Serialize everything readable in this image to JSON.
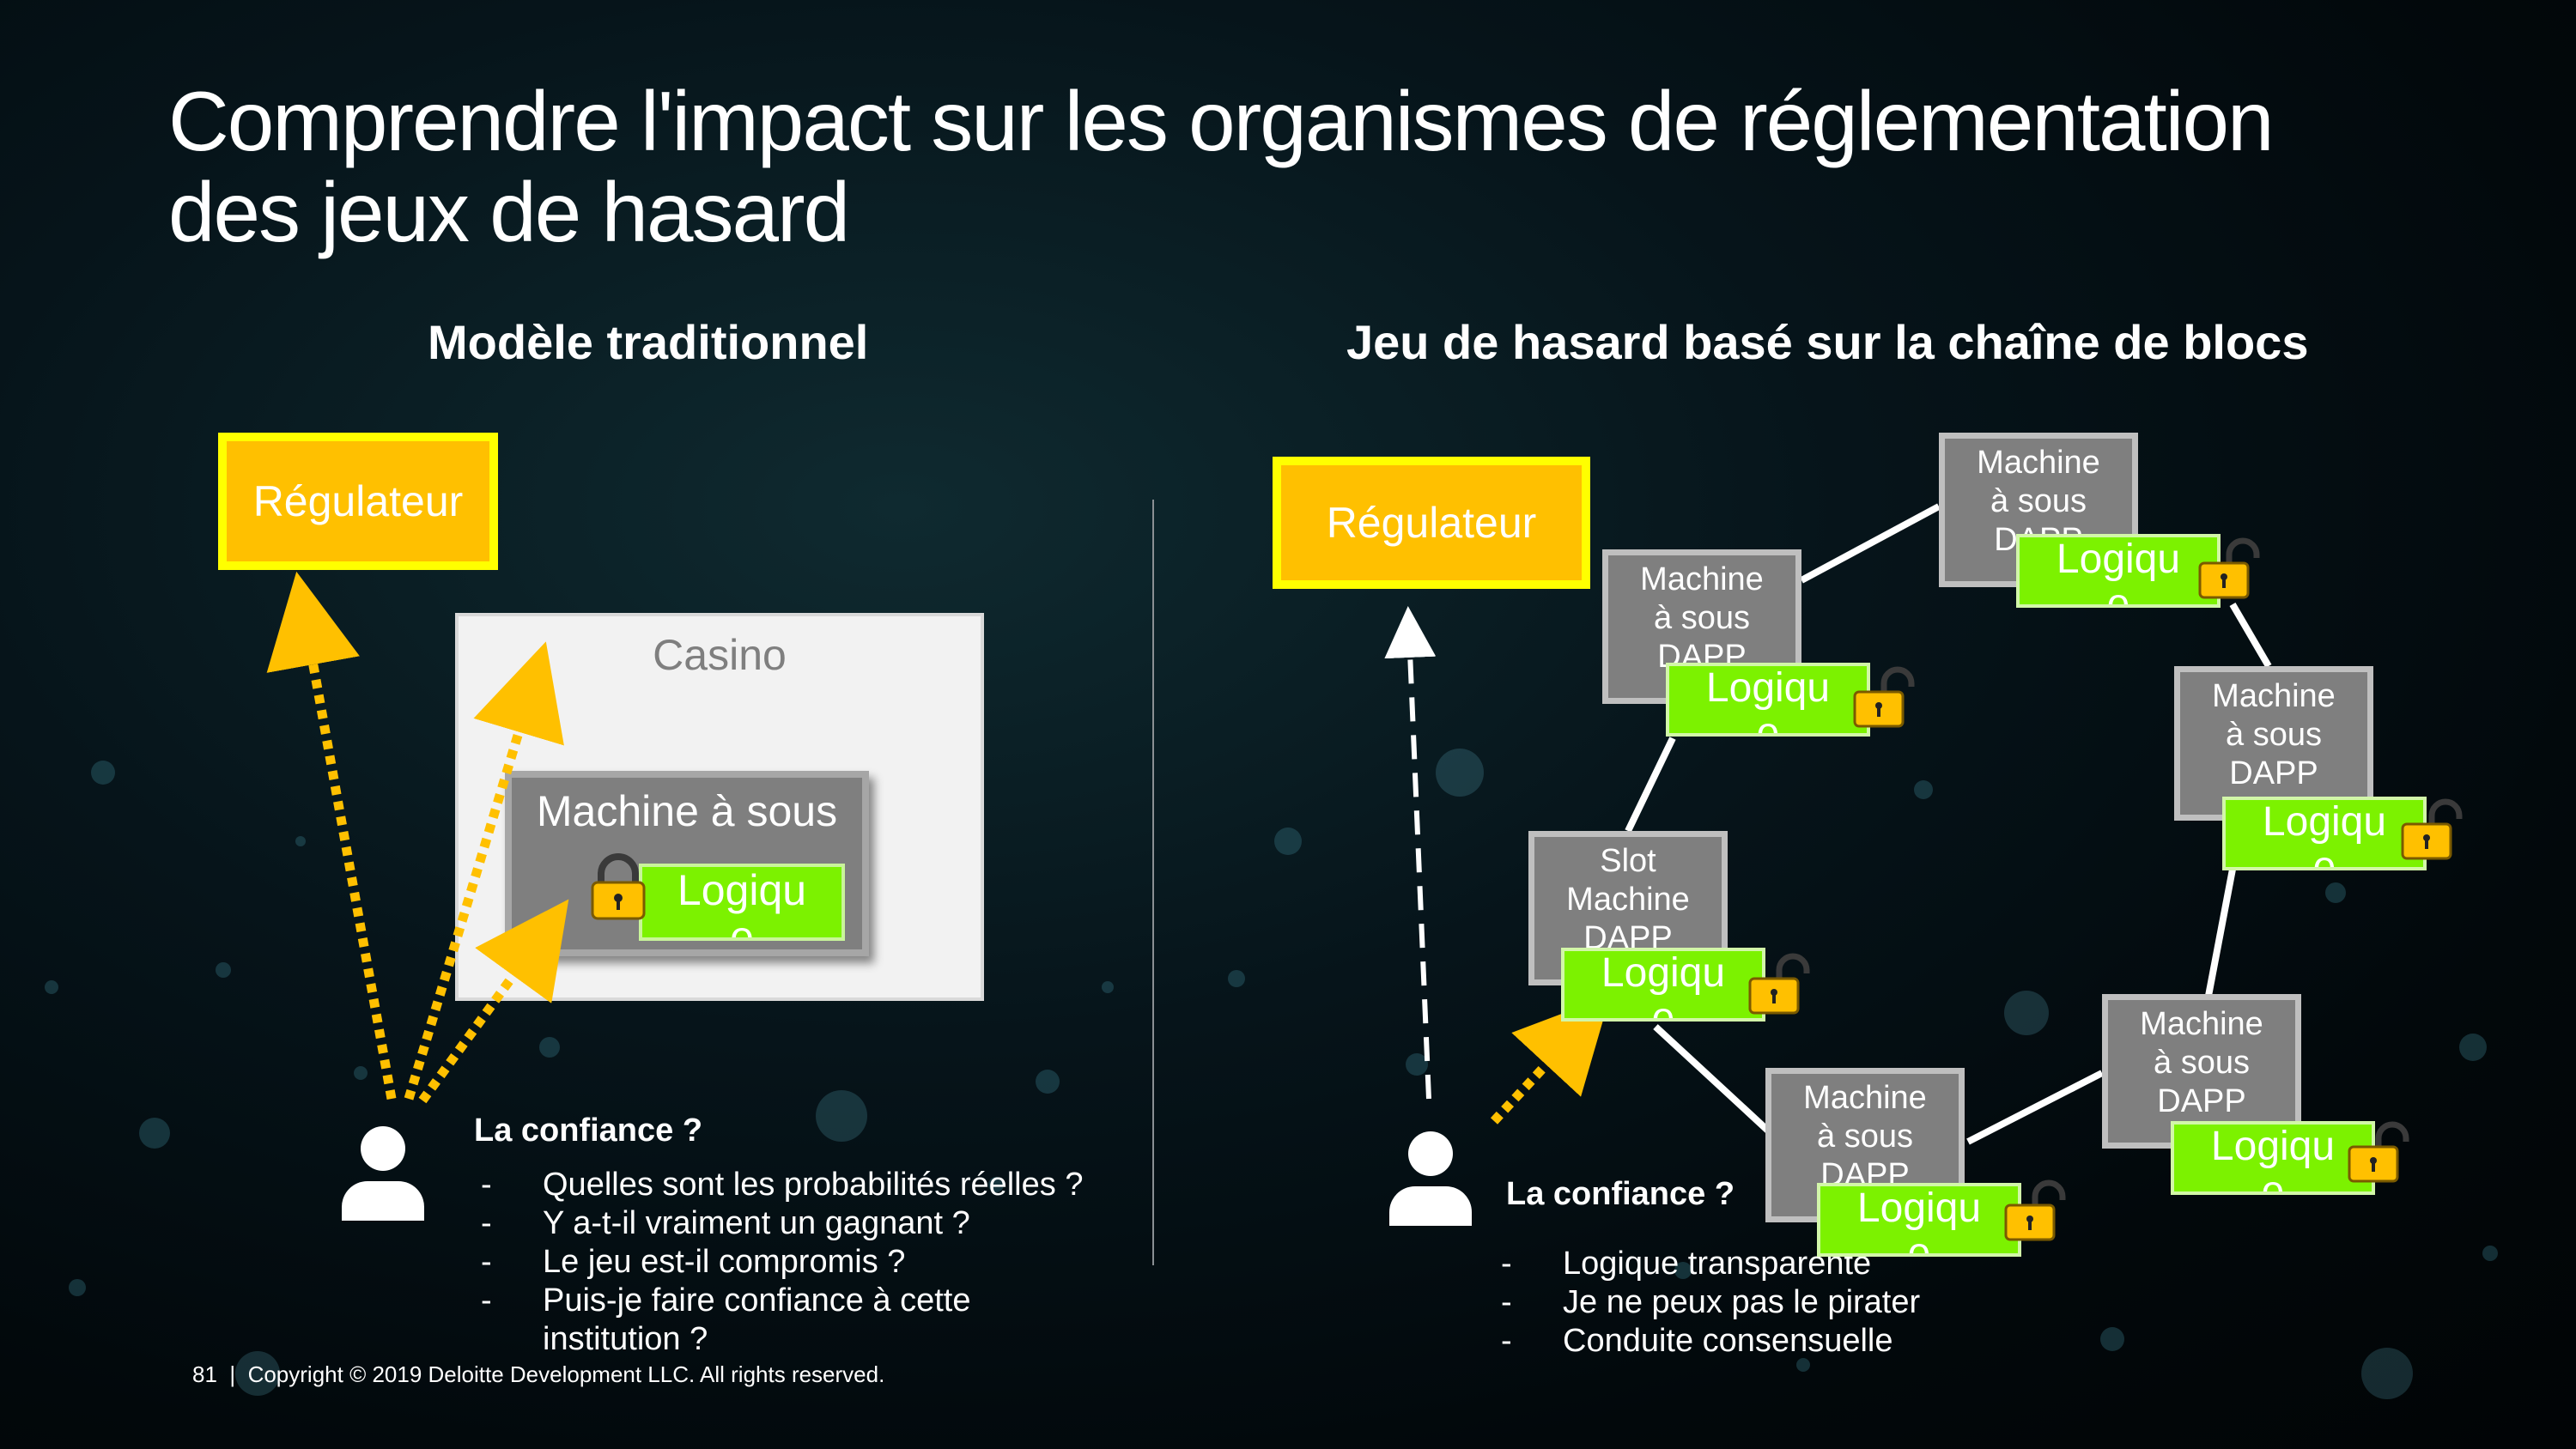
{
  "slide": {
    "title_line1": "Comprendre l'impact sur les organismes de réglementation",
    "title_line2": "des jeux de hasard",
    "left_heading": "Modèle traditionnel",
    "right_heading": "Jeu de hasard basé sur la chaîne de blocs",
    "footer": "81  |  Copyright © 2019 Deloitte Development LLC. All rights reserved."
  },
  "traditional": {
    "regulator": "Régulateur",
    "casino": "Casino",
    "machine": "Machine à sous",
    "logic": "Logiqu\ne",
    "trust_heading": "La confiance ?",
    "questions": [
      "Quelles sont les probabilités réelles ?",
      "Y a-t-il vraiment un gagnant ?",
      "Le jeu est-il compromis ?",
      "Puis-je faire confiance à cette institution ?"
    ]
  },
  "blockchain": {
    "regulator": "Régulateur",
    "logic": "Logiqu\ne",
    "machines": [
      "Machine\nà sous\nDAPP",
      "Machine\nà sous\nDAPP",
      "Machine\nà sous\nDAPP",
      "Slot\nMachine\nDAPP",
      "Machine\nà sous\nDAPP",
      "Machine\nà sous\nDAPP"
    ],
    "trust_heading": "La confiance ?",
    "points": [
      "Logique transparente",
      "Je ne peux pas le pirater",
      "Conduite consensuelle"
    ]
  },
  "colors": {
    "regulator_fill": "#ffc000",
    "regulator_border": "#ffff00",
    "logic_fill": "#7cf200",
    "machine_fill": "#7f7f7f",
    "arrow": "#ffc000"
  },
  "icons": [
    "lock-icon",
    "user-icon"
  ]
}
